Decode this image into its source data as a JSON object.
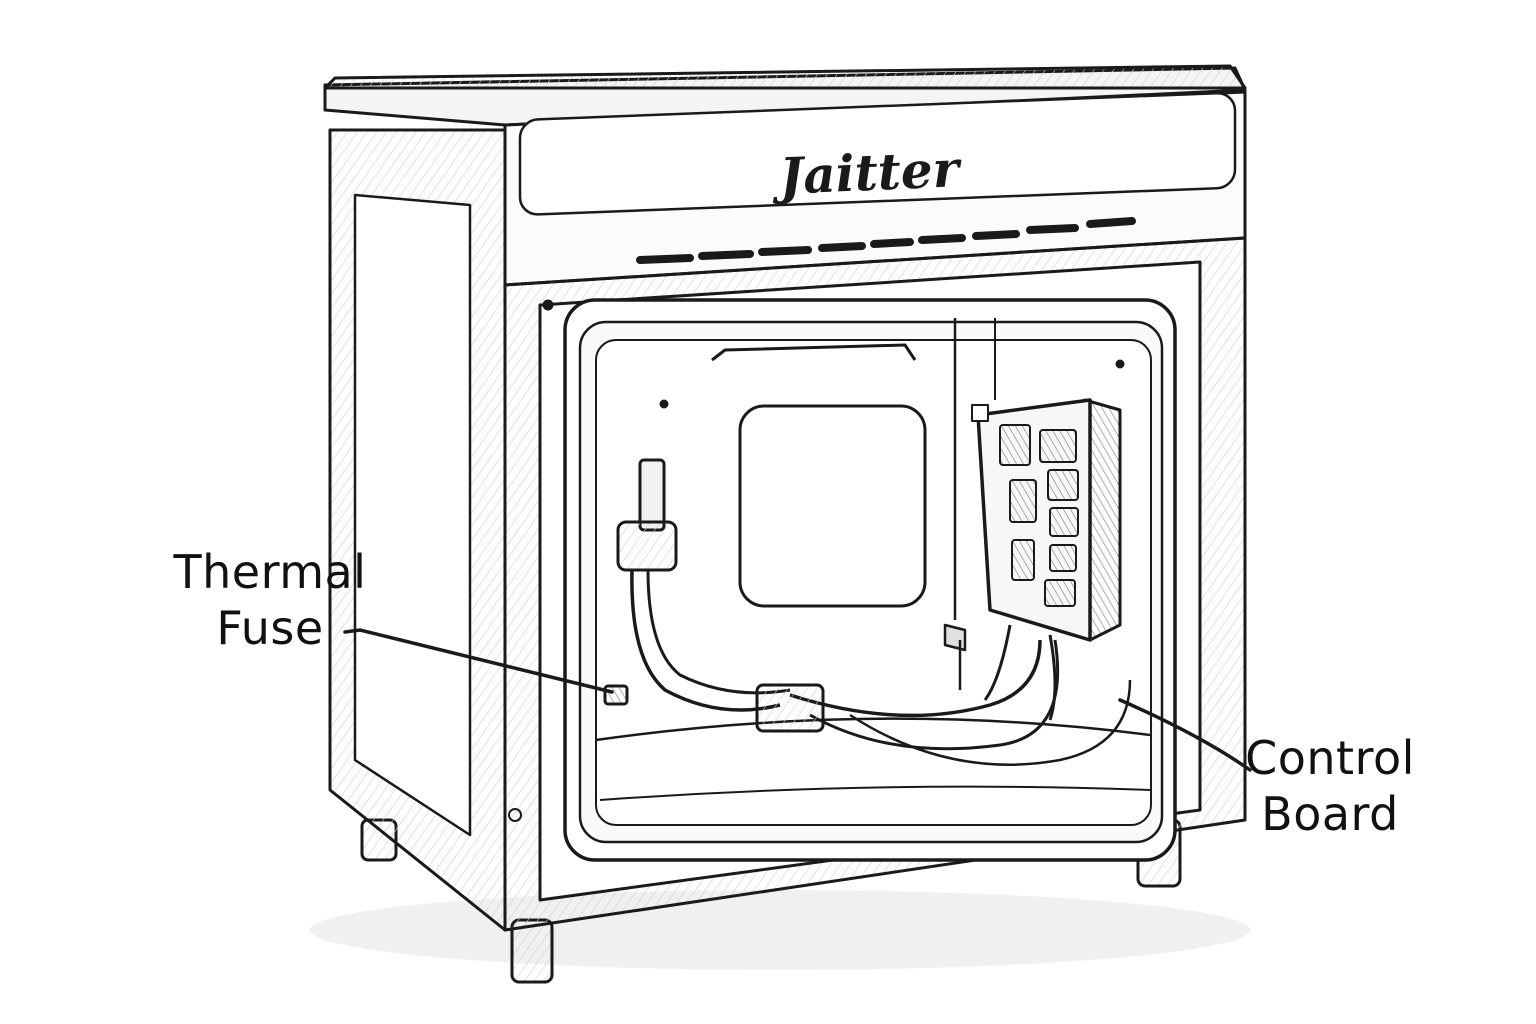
{
  "appliance": {
    "brand": "Jaitter"
  },
  "callouts": [
    {
      "id": "thermal-fuse",
      "lines": [
        "Thermal",
        "Fuse"
      ]
    },
    {
      "id": "control-board",
      "lines": [
        "Control",
        "Board"
      ]
    }
  ],
  "colors": {
    "ink": "#1a1a1a",
    "shade": "#d9d9d9",
    "paper": "#ffffff"
  }
}
